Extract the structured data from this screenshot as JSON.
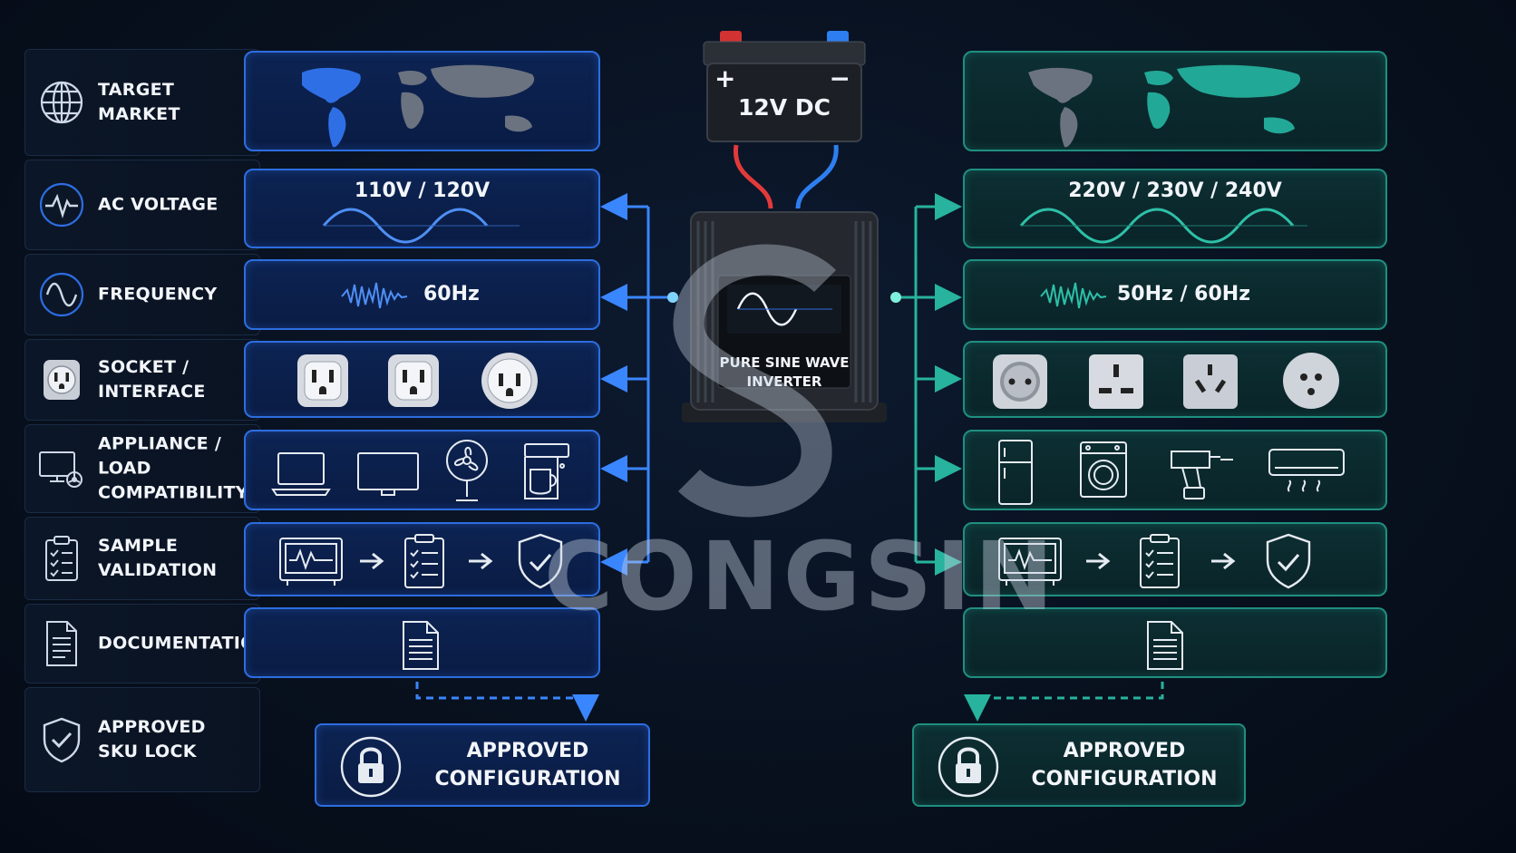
{
  "rows": [
    {
      "label": "TARGET\nMARKET",
      "icon": "globe-icon"
    },
    {
      "label": "AC VOLTAGE",
      "icon": "ac-wave-icon"
    },
    {
      "label": "FREQUENCY",
      "icon": "sine-wave-icon"
    },
    {
      "label": "SOCKET /\nINTERFACE",
      "icon": "socket-icon"
    },
    {
      "label": "APPLIANCE /\nLOAD\nCOMPATIBILITY",
      "icon": "monitor-fan-icon"
    },
    {
      "label": "SAMPLE\nVALIDATION",
      "icon": "clipboard-icon"
    },
    {
      "label": "DOCUMENTATION",
      "icon": "document-icon"
    },
    {
      "label": "APPROVED\nSKU LOCK",
      "icon": "shield-check-icon"
    }
  ],
  "battery": {
    "label": "12V DC",
    "plus": "+",
    "minus": "−"
  },
  "inverter": {
    "label": "PURE SINE WAVE\nINVERTER"
  },
  "left": {
    "voltage": "110V / 120V",
    "frequency": "60Hz",
    "approved": "APPROVED\nCONFIGURATION",
    "color": "#2d6de0"
  },
  "right": {
    "voltage": "220V / 230V / 240V",
    "frequency": "50Hz / 60Hz",
    "approved": "APPROVED\nCONFIGURATION",
    "color": "#1f9f8d"
  },
  "watermark": "CONGSIN"
}
